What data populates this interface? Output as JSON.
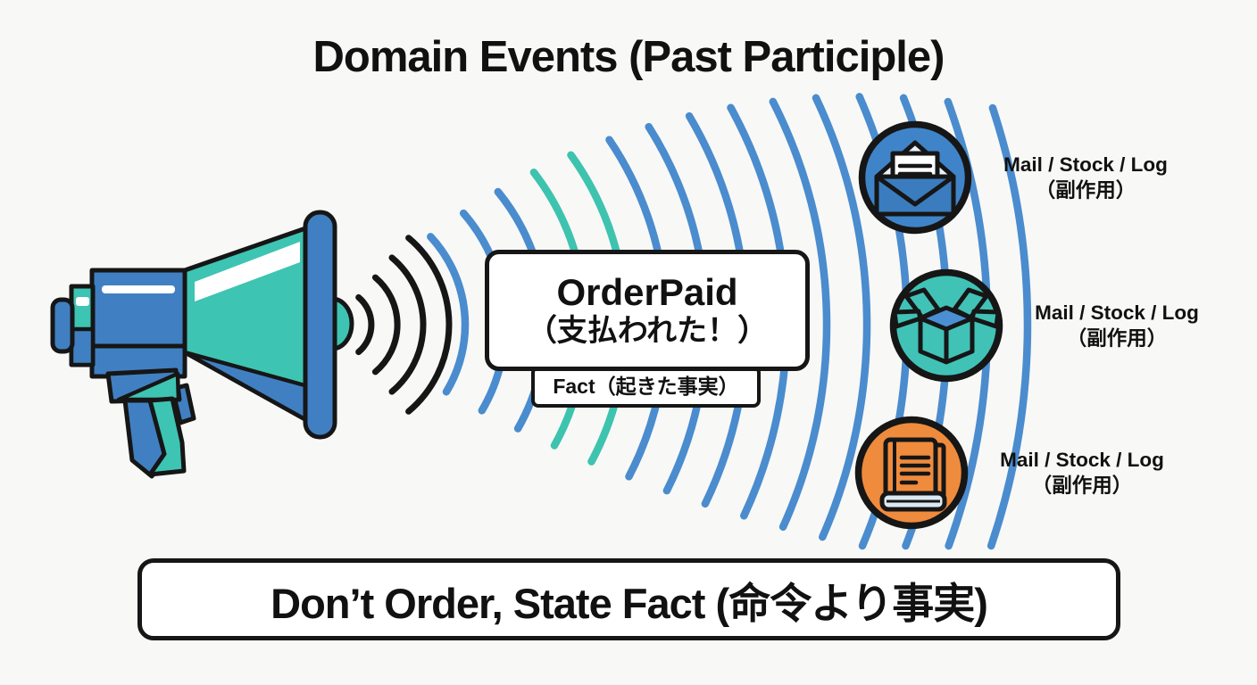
{
  "title": "Domain Events (Past Participle)",
  "event_box": {
    "name": "OrderPaid",
    "name_ja": "（支払われた！）"
  },
  "fact_label": "Fact（起きた事実）",
  "receivers": [
    {
      "icon": "mail-icon",
      "label": "Mail / Stock / Log",
      "sublabel": "（副作用）"
    },
    {
      "icon": "stock-box-icon",
      "label": "Mail / Stock / Log",
      "sublabel": "（副作用）"
    },
    {
      "icon": "log-book-icon",
      "label": "Mail / Stock / Log",
      "sublabel": "（副作用）"
    }
  ],
  "banner": {
    "text": "Don’t Order, State Fact (命令より事実)"
  },
  "colors": {
    "background": "#f8f8f6",
    "wave_blue": "#4a8cce",
    "wave_teal": "#3ec3af",
    "outline": "#161616",
    "mail_circle": "#3f84c8",
    "box_circle": "#41c2b6",
    "book_circle": "#ef8b3c",
    "megaphone_blue": "#4080c2",
    "megaphone_teal": "#3ec4b2",
    "box_interior_blue": "#4a8fd4",
    "pocket_blue": "#3b7cbf",
    "flap_light": "#e9f1f8",
    "pages_light": "#dce9f3",
    "paper_white": "#ffffff",
    "text_dark": "#111111"
  }
}
